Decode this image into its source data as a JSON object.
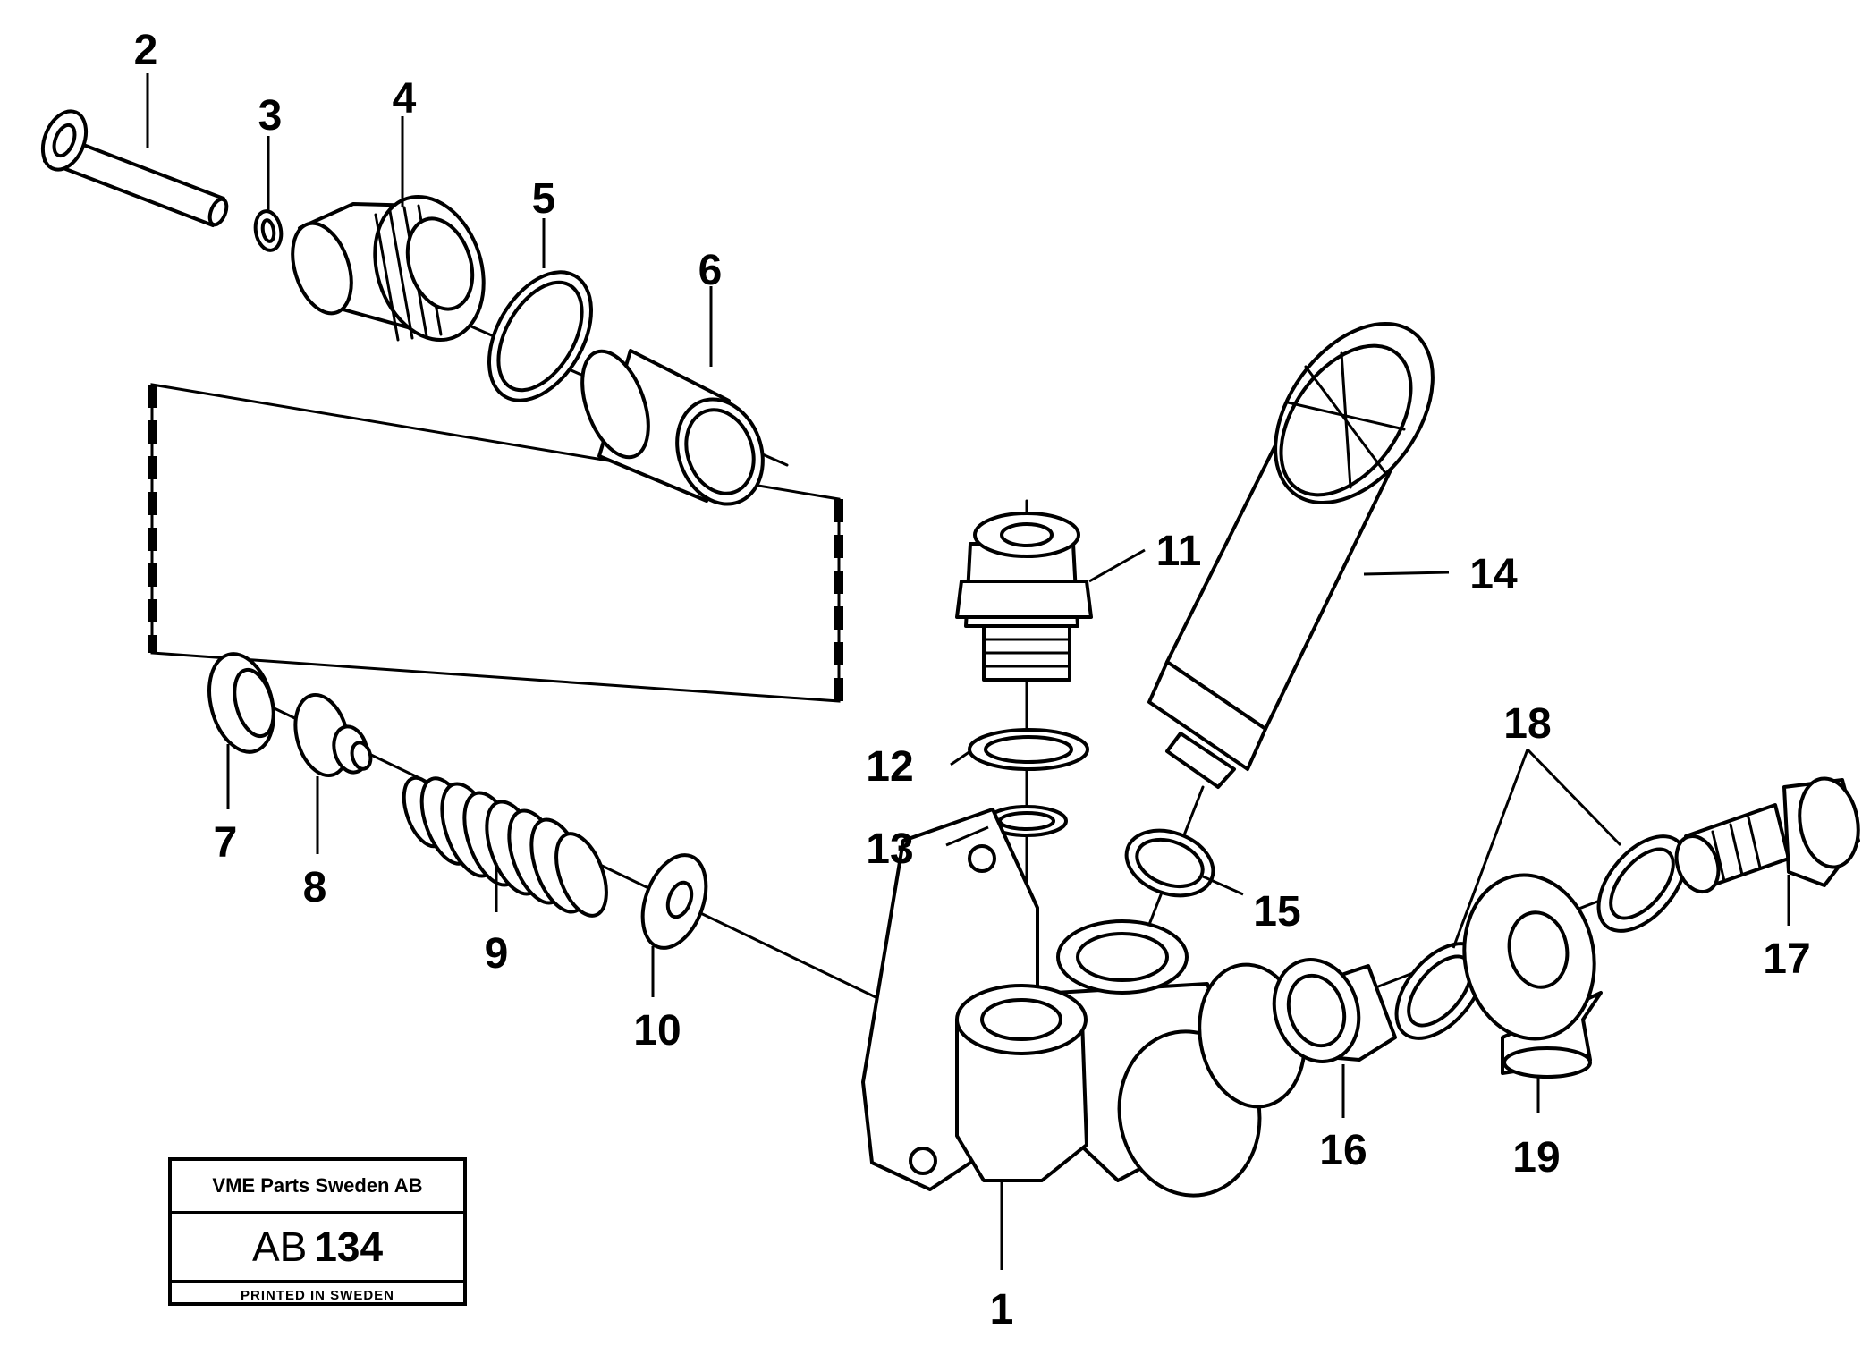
{
  "callouts": {
    "p1": "1",
    "p2": "2",
    "p3": "3",
    "p4": "4",
    "p5": "5",
    "p6": "6",
    "p7": "7",
    "p8": "8",
    "p9": "9",
    "p10": "10",
    "p11": "11",
    "p12": "12",
    "p13": "13",
    "p14": "14",
    "p15": "15",
    "p16": "16",
    "p17": "17",
    "p18": "18",
    "p19": "19"
  },
  "stamp": {
    "company": "VME Parts Sweden AB",
    "code_prefix": "AB",
    "code_number": "134",
    "printed": "PRINTED IN SWEDEN"
  }
}
